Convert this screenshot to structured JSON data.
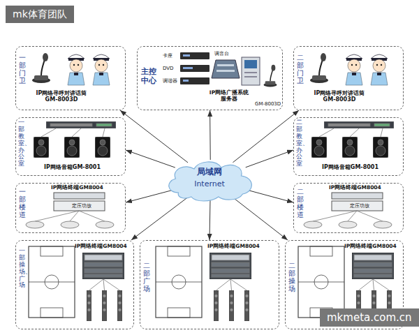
{
  "diagram": {
    "nodes": [
      {
        "text": [
          "一部门卫",
          "IP网络寻呼对讲话筒 GM-8003D"
        ]
      },
      {
        "text": [
          "主控中心",
          "卡座",
          "DVD",
          "调谐器",
          "调音台",
          "IP网络广播系统 服务器",
          "GM-8003D"
        ]
      },
      {
        "text": [
          "二部门卫",
          "IP网络寻呼对讲话筒 GM-8003D"
        ]
      },
      {
        "text": [
          "一部教室、办公室",
          "IP网络音箱GM-8001"
        ]
      },
      {
        "text": [
          "局域网",
          "Internet"
        ]
      },
      {
        "text": [
          "二部教室、办公室",
          "IP网络音箱GM-8001"
        ]
      },
      {
        "text": [
          "一部楼道",
          "IP网络终端GM8004",
          "定压功放"
        ]
      },
      {
        "text": [
          "二部楼道",
          "IP网络终端GM8004",
          "定压功放"
        ]
      },
      {
        "text": [
          "一部操场、广场",
          "IP网络终端GM8004"
        ]
      },
      {
        "text": [
          "二部广场",
          "IP网络终端GM8004"
        ]
      },
      {
        "text": [
          "二部操场",
          "IP网络终端GM8004"
        ]
      }
    ],
    "edges": [
      {
        "from": 4,
        "to": 0,
        "arrow": "to"
      },
      {
        "from": 4,
        "to": 1,
        "arrow": "to"
      },
      {
        "from": 4,
        "to": 2,
        "arrow": "to"
      },
      {
        "from": 4,
        "to": 3,
        "arrow": "to"
      },
      {
        "from": 4,
        "to": 5,
        "arrow": "to"
      },
      {
        "from": 4,
        "to": 6,
        "arrow": "to"
      },
      {
        "from": 4,
        "to": 7,
        "arrow": "to"
      },
      {
        "from": 4,
        "to": 8,
        "arrow": "to"
      },
      {
        "from": 4,
        "to": 9,
        "arrow": "to"
      },
      {
        "from": 4,
        "to": 10,
        "arrow": "to"
      }
    ],
    "labels": [
      "mk体育团队",
      "mkmeta.com.cn"
    ]
  }
}
